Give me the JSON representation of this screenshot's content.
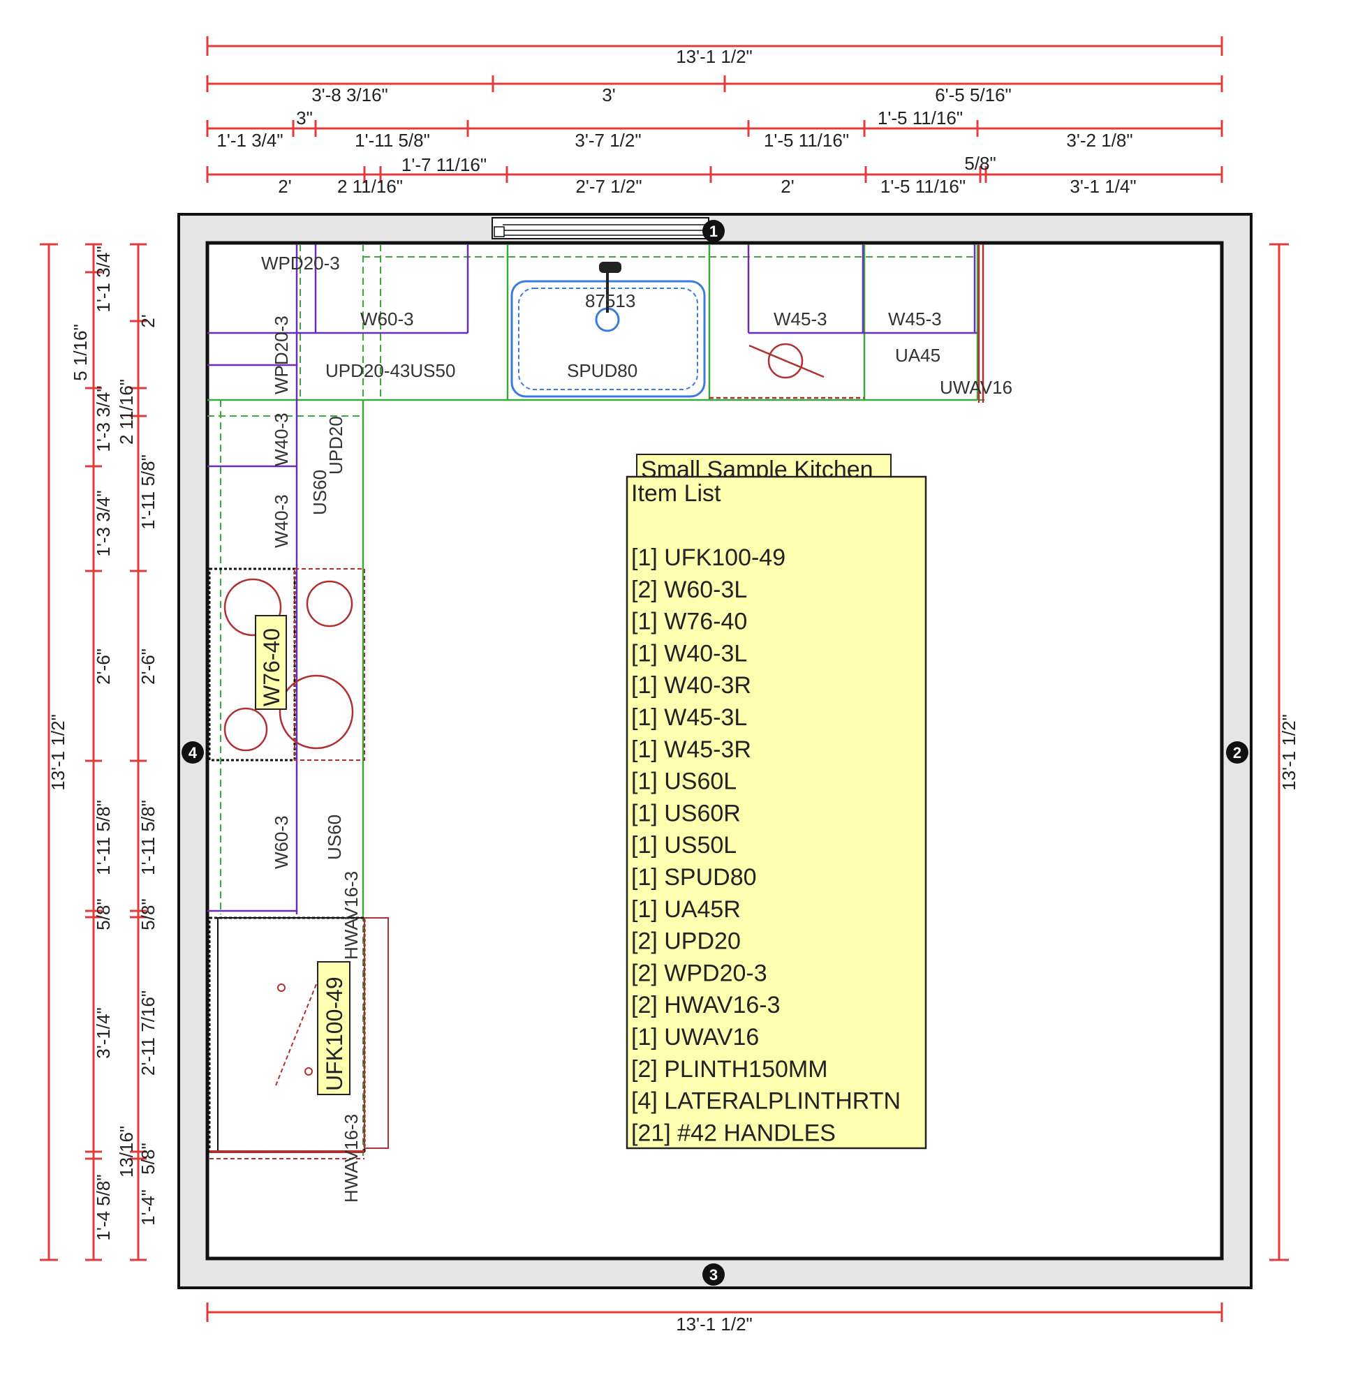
{
  "top_dims": {
    "overall": "13'-1 1/2\"",
    "row2": [
      "3'-8 3/16\"",
      "3'",
      "6'-5 5/16\""
    ],
    "row3": [
      "1'-1 3/4\"",
      "3\"",
      "1'-11 5/8\"",
      "3'-7 1/2\"",
      "1'-5 11/16\"",
      "1'-5 11/16\"",
      "3'-2 1/8\""
    ],
    "row4": [
      "2'",
      "2 11/16\"",
      "1'-7 11/16\"",
      "2'-7 1/2\"",
      "2'",
      "1'-5 11/16\"",
      "5/8\"",
      "3'-1 1/4\""
    ]
  },
  "bottom_dim": "13'-1 1/2\"",
  "left_dims": {
    "overall": "13'-1 1/2\"",
    "col2": [
      "5 1/16\"",
      "1'-3 3/4\"",
      "1'-3 3/4\"",
      "2'-6\"",
      "1'-11 5/8\"",
      "5/8\"",
      "3'-1/4\"",
      "13/16\"",
      "1'-4 5/8\""
    ],
    "col3": [
      "1'-1 3/4\"",
      "2'",
      "2 11/16\"",
      "1'-11 5/8\"",
      "2'-6\"",
      "1'-11 5/8\"",
      "5/8\"",
      "2'-11 7/16\"",
      "5/8\"",
      "1'-4\""
    ]
  },
  "right_dim": "13'-1 1/2\"",
  "walls": [
    "1",
    "2",
    "3",
    "4"
  ],
  "cabinets": {
    "wpd_top": "WPD20-3",
    "w60_top": "W60-3",
    "upd_us50": "UPD20-43US50",
    "spud": "SPUD80",
    "faucet": "87513",
    "w45_left": "W45-3",
    "w45_right": "W45-3",
    "ua45": "UA45",
    "uwav": "UWAV16",
    "wpd_left": "WPD20-3",
    "w40_upper": "W40-3",
    "upd20": "UPD20",
    "us60_upper": "US60",
    "w40_lower": "W40-3",
    "w76": "W76-40",
    "w60_left": "W60-3",
    "us60_lower": "US60",
    "hwav_upper": "HWAV16-3",
    "ufk": "UFK100-49",
    "hwav_lower": "HWAV16-3"
  },
  "note": {
    "title": "Small Sample Kitchen",
    "heading": "Item List",
    "items": [
      "[1] UFK100-49",
      "[2] W60-3L",
      "[1] W76-40",
      "[1] W40-3L",
      "[1] W40-3R",
      "[1] W45-3L",
      "[1] W45-3R",
      "[1] US60L",
      "[1] US60R",
      "[1] US50L",
      "[1] SPUD80",
      "[1] UA45R",
      "[2] UPD20",
      "[2] WPD20-3",
      "[2] HWAV16-3",
      "[1] UWAV16",
      "[2] PLINTH150MM",
      "[4] LATERALPLINTHRTN",
      "[21] #42 HANDLES"
    ]
  },
  "colors": {
    "dimension": "#e23b3b",
    "wall_fill": "#e6e6e6",
    "wall_line": "#111111",
    "upper_cabinet": "#6a2fb0",
    "base_cabinet": "#3aa83a",
    "sink": "#3b7be0",
    "appliance": "#b03030",
    "note_fill": "#ffffb0"
  }
}
